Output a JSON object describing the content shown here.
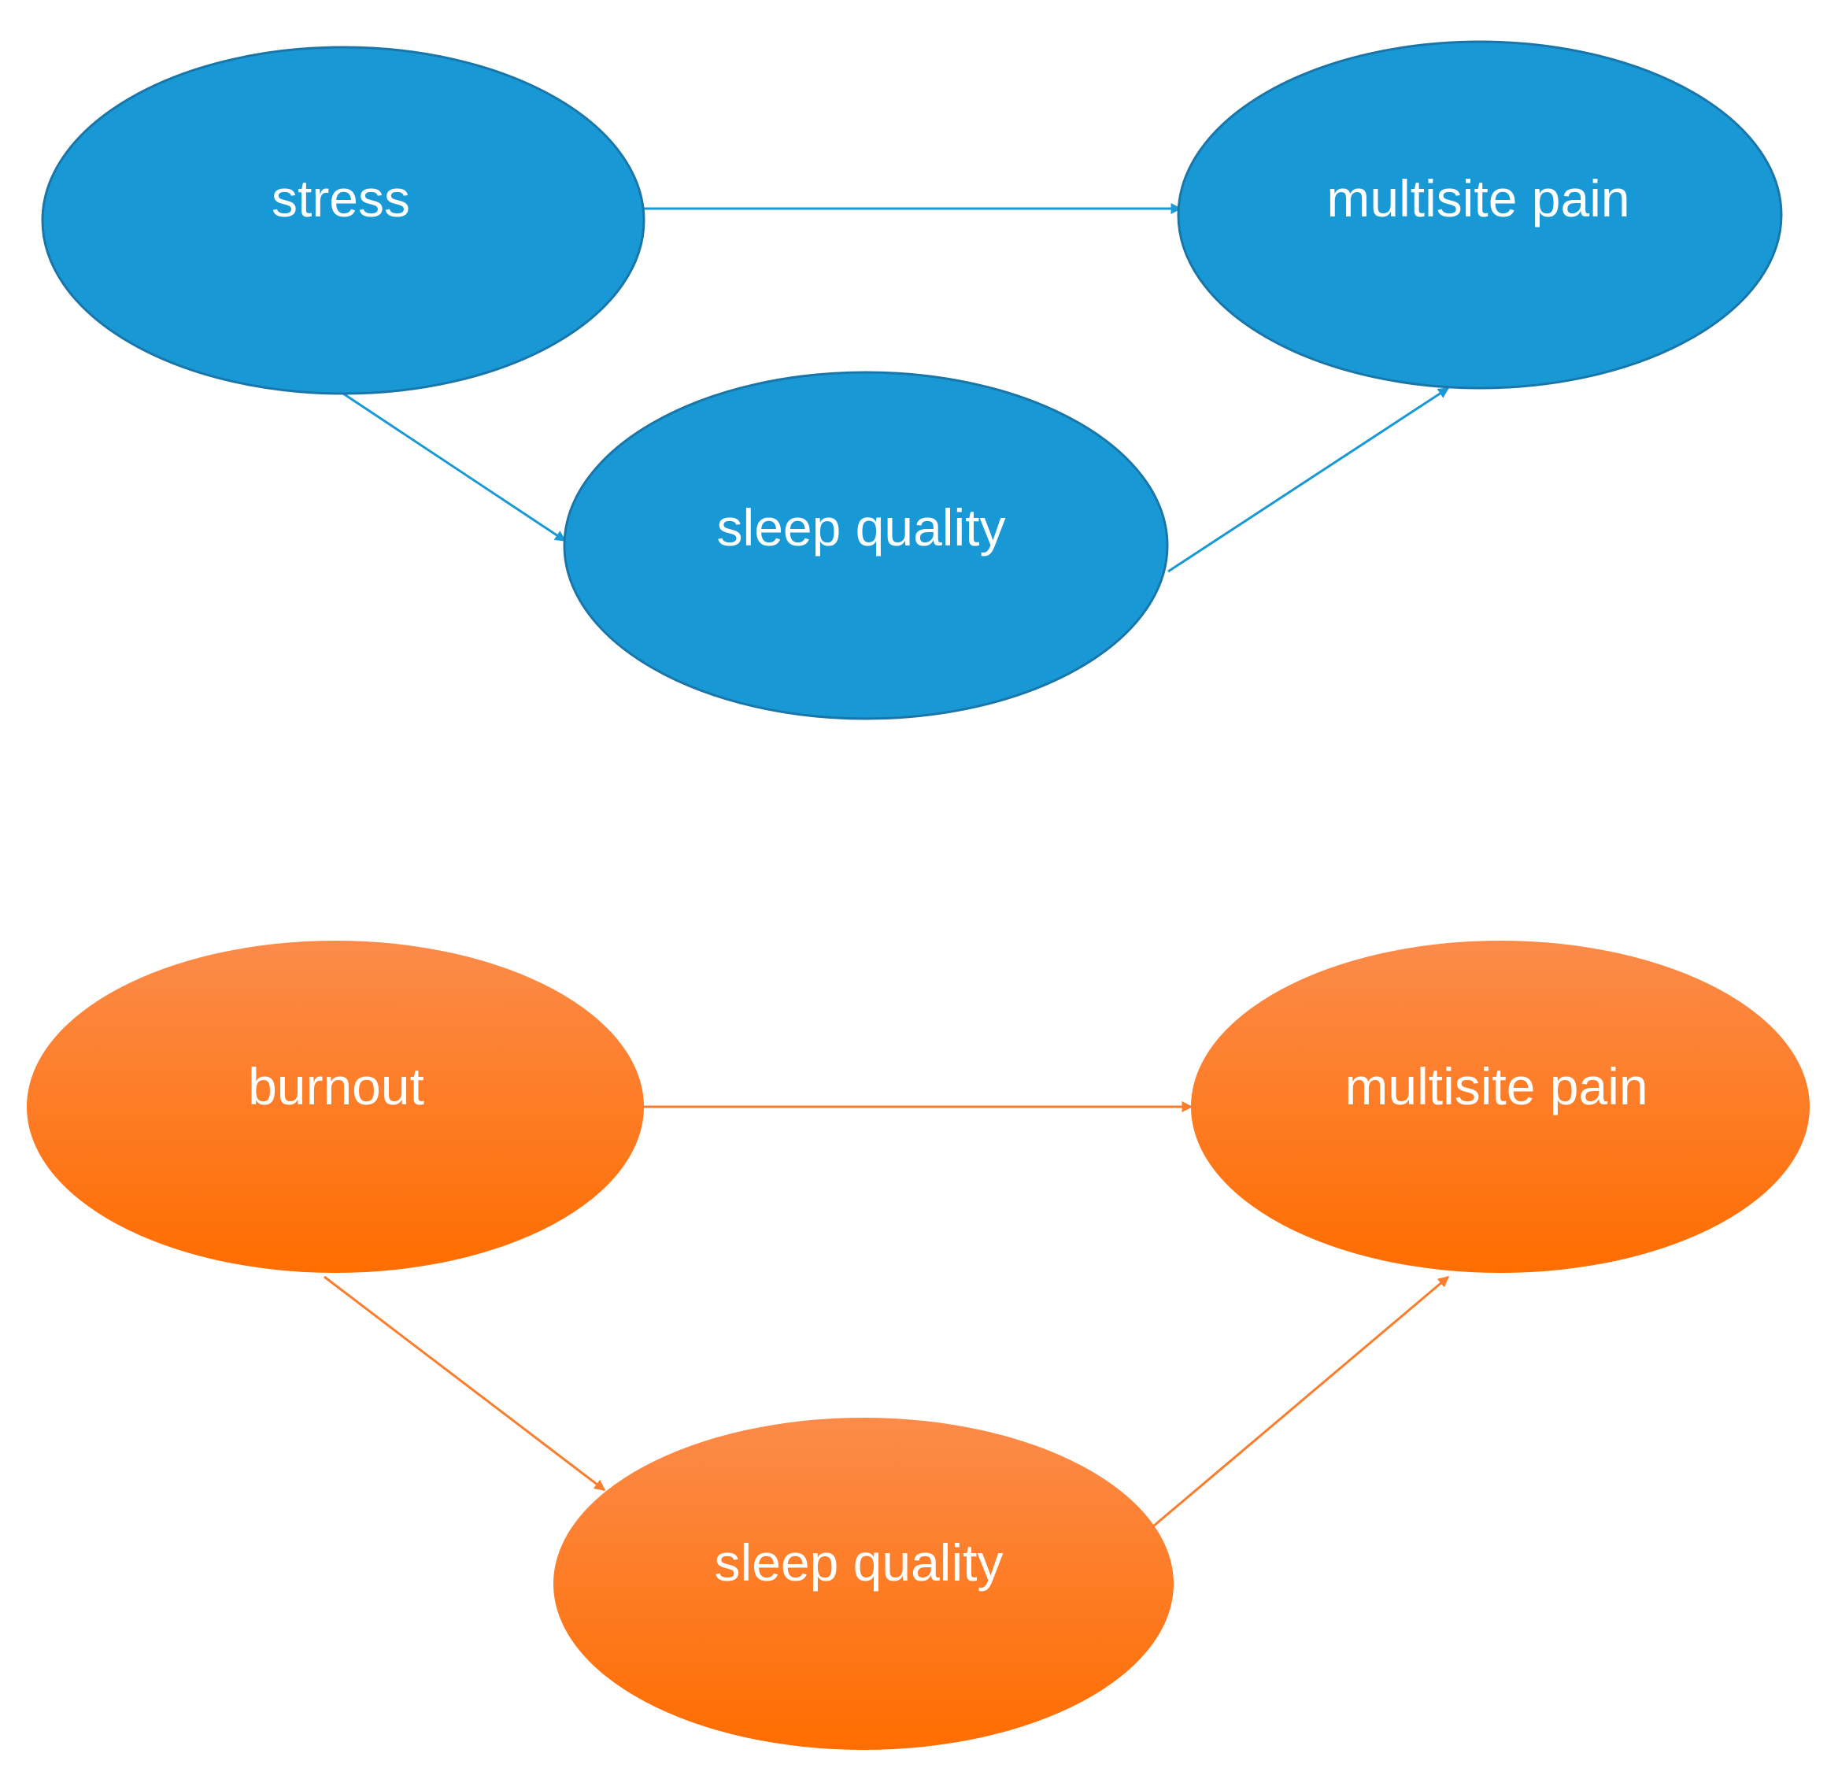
{
  "colors": {
    "blue_fill": "#1899d6",
    "blue_stroke": "#1a76a8",
    "blue_edge": "#1899d6",
    "orange_fill_top": "#fc8b4a",
    "orange_fill_bottom": "#fe6d00",
    "orange_edge": "#f97d2c",
    "label_text": "#ffffff"
  },
  "diagrams": [
    {
      "id": "stress-model",
      "nodes": {
        "predictor": {
          "label": "stress"
        },
        "outcome": {
          "label": "multisite pain"
        },
        "mediator": {
          "label": "sleep quality"
        }
      }
    },
    {
      "id": "burnout-model",
      "nodes": {
        "predictor": {
          "label": "burnout"
        },
        "outcome": {
          "label": "multisite pain"
        },
        "mediator": {
          "label": "sleep quality"
        }
      }
    }
  ]
}
